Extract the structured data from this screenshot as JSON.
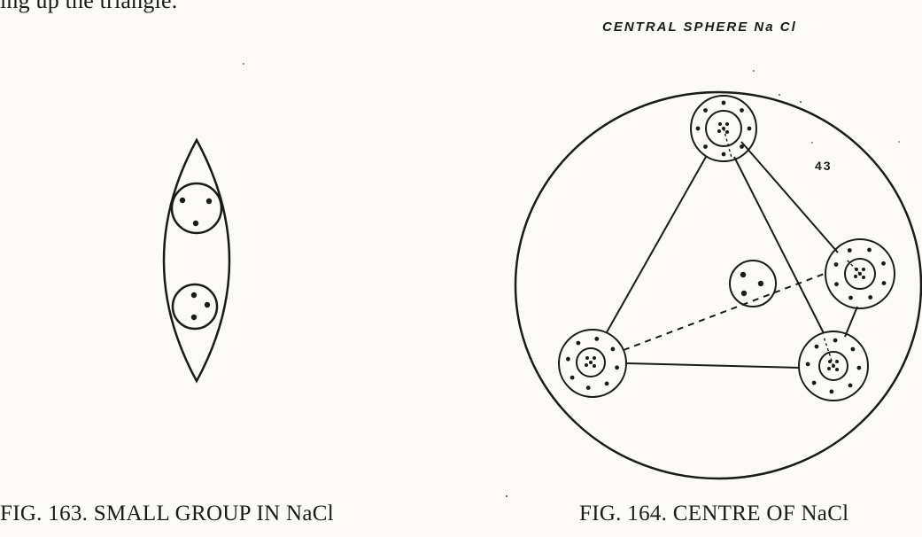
{
  "page": {
    "top_text": "ing up the triangle."
  },
  "figure163": {
    "caption": "FIG. 163. SMALL GROUP IN NaCl"
  },
  "figure164": {
    "title": "CENTRAL SPHERE Na Cl",
    "label": "43",
    "caption": "FIG. 164. CENTRE OF NaCl"
  },
  "colors": {
    "ink": "#1a1a1a",
    "paper": "#fbfaf6"
  }
}
